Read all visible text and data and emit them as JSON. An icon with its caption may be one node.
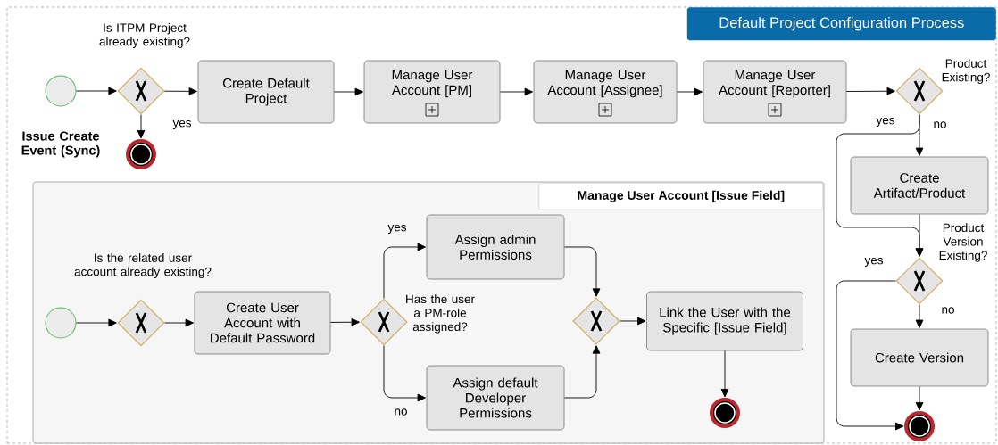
{
  "diagram": {
    "nodes": [
      {
        "text": [
          "Default Project Configuration Process"
        ]
      },
      {
        "text": [],
        "shape": "circle",
        "beside": [
          "Issue Create Event (Sync)"
        ],
        "in": 0
      },
      {
        "text": [],
        "shape": "diamond",
        "beside": [
          "Is ITPM Project already existing?"
        ],
        "in": 0
      },
      {
        "text": [],
        "shape": "circle",
        "in": 0
      },
      {
        "text": [
          "Create Default Project"
        ],
        "in": 0
      },
      {
        "text": [
          "Manage User Account [PM]"
        ],
        "in": 0
      },
      {
        "text": [
          "Manage User Account [Assignee]"
        ],
        "in": 0
      },
      {
        "text": [
          "Manage User Account [Reporter]"
        ],
        "in": 0
      },
      {
        "text": [],
        "shape": "diamond",
        "beside": [
          "Product Existing?"
        ],
        "in": 0
      },
      {
        "text": [
          "Create Artifact/Product"
        ],
        "in": 0
      },
      {
        "text": [],
        "shape": "diamond",
        "beside": [
          "Product Version Existing?"
        ],
        "in": 0
      },
      {
        "text": [
          "Create Version"
        ],
        "in": 0
      },
      {
        "text": [],
        "shape": "circle",
        "in": 0
      },
      {
        "text": [
          "Manage User Account [Issue Field]"
        ],
        "in": 0
      },
      {
        "text": [],
        "shape": "circle",
        "in": 13
      },
      {
        "text": [],
        "shape": "diamond",
        "beside": [
          "Is the related user account already existing?"
        ],
        "in": 13
      },
      {
        "text": [
          "Create User Account with Default Password"
        ],
        "in": 13
      },
      {
        "text": [],
        "shape": "diamond",
        "beside": [
          "Has the user a PM-role assigned?"
        ],
        "in": 13
      },
      {
        "text": [
          "Assign admin Permissions"
        ],
        "in": 13
      },
      {
        "text": [
          "Assign default Developer Permissions"
        ],
        "in": 13
      },
      {
        "text": [],
        "shape": "diamond",
        "in": 13
      },
      {
        "text": [
          "Link the User with the Specific [Issue Field]"
        ],
        "in": 13
      },
      {
        "text": [],
        "shape": "circle",
        "in": 13
      }
    ],
    "edges": [
      {
        "from": 1,
        "to": 2,
        "arrow": "to"
      },
      {
        "from": 2,
        "to": 4,
        "arrow": "to",
        "label": "yes"
      },
      {
        "from": 2,
        "to": 3,
        "arrow": "to"
      },
      {
        "from": 4,
        "to": 5,
        "arrow": "to"
      },
      {
        "from": 5,
        "to": 6,
        "arrow": "to"
      },
      {
        "from": 6,
        "to": 7,
        "arrow": "to"
      },
      {
        "from": 7,
        "to": 8,
        "arrow": "to"
      },
      {
        "from": 8,
        "to": 9,
        "arrow": "to",
        "label": "no"
      },
      {
        "from": 8,
        "to": 10,
        "arrow": "to",
        "label": "yes"
      },
      {
        "from": 9,
        "to": 10,
        "arrow": "to"
      },
      {
        "from": 10,
        "to": 11,
        "arrow": "to",
        "label": "no"
      },
      {
        "from": 10,
        "to": 12,
        "arrow": "to",
        "label": "yes"
      },
      {
        "from": 11,
        "to": 12,
        "arrow": "to"
      },
      {
        "from": 14,
        "to": 15,
        "arrow": "to"
      },
      {
        "from": 15,
        "to": 16,
        "arrow": "to"
      },
      {
        "from": 16,
        "to": 17,
        "arrow": "to"
      },
      {
        "from": 17,
        "to": 18,
        "arrow": "to",
        "label": "yes"
      },
      {
        "from": 17,
        "to": 19,
        "arrow": "to",
        "label": "no"
      },
      {
        "from": 18,
        "to": 20,
        "arrow": "to"
      },
      {
        "from": 19,
        "to": 20,
        "arrow": "to"
      },
      {
        "from": 20,
        "to": 21,
        "arrow": "to"
      },
      {
        "from": 21,
        "to": 22,
        "arrow": "to"
      }
    ]
  }
}
